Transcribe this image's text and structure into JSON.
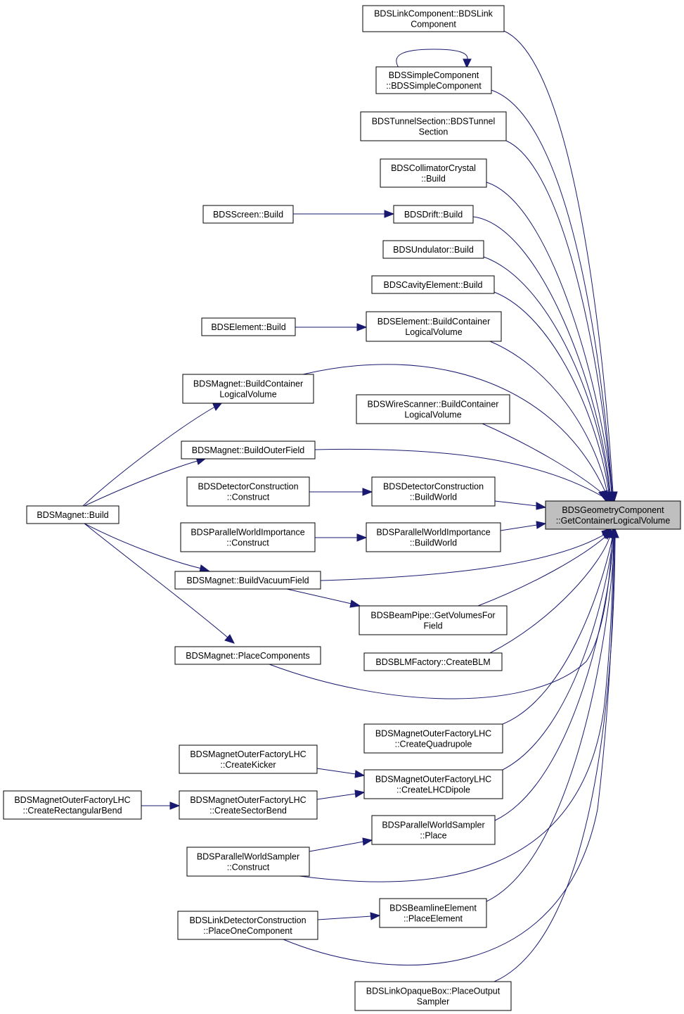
{
  "graph": {
    "target": {
      "id": "target",
      "lines": [
        "BDSGeometryComponent",
        "::GetContainerLogicalVolume"
      ]
    },
    "nodes": {
      "link_component": [
        "BDSLinkComponent::BDSLink",
        "Component"
      ],
      "simple_component": [
        "BDSSimpleComponent",
        "::BDSSimpleComponent"
      ],
      "tunnel_section": [
        "BDSTunnelSection::BDSTunnel",
        "Section"
      ],
      "collimator_crystal_build": [
        "BDSCollimatorCrystal",
        "::Build"
      ],
      "screen_build": [
        "BDSScreen::Build"
      ],
      "drift_build": [
        "BDSDrift::Build"
      ],
      "undulator_build": [
        "BDSUndulator::Build"
      ],
      "cavity_element_build": [
        "BDSCavityElement::Build"
      ],
      "element_build": [
        "BDSElement::Build"
      ],
      "element_build_container": [
        "BDSElement::BuildContainer",
        "LogicalVolume"
      ],
      "magnet_build_container": [
        "BDSMagnet::BuildContainer",
        "LogicalVolume"
      ],
      "wire_scanner_build_container": [
        "BDSWireScanner::BuildContainer",
        "LogicalVolume"
      ],
      "magnet_build_outer_field": [
        "BDSMagnet::BuildOuterField"
      ],
      "magnet_build": [
        "BDSMagnet::Build"
      ],
      "detector_construction_construct": [
        "BDSDetectorConstruction",
        "::Construct"
      ],
      "detector_construction_build_world": [
        "BDSDetectorConstruction",
        "::BuildWorld"
      ],
      "pw_importance_construct": [
        "BDSParallelWorldImportance",
        "::Construct"
      ],
      "pw_importance_build_world": [
        "BDSParallelWorldImportance",
        "::BuildWorld"
      ],
      "magnet_build_vacuum_field": [
        "BDSMagnet::BuildVacuumField"
      ],
      "beampipe_get_volumes": [
        "BDSBeamPipe::GetVolumesFor",
        "Field"
      ],
      "blm_factory_create": [
        "BDSBLMFactory::CreateBLM"
      ],
      "magnet_place_components": [
        "BDSMagnet::PlaceComponents"
      ],
      "outer_lhc_create_quadrupole": [
        "BDSMagnetOuterFactoryLHC",
        "::CreateQuadrupole"
      ],
      "outer_lhc_create_kicker": [
        "BDSMagnetOuterFactoryLHC",
        "::CreateKicker"
      ],
      "outer_lhc_create_lhc_dipole": [
        "BDSMagnetOuterFactoryLHC",
        "::CreateLHCDipole"
      ],
      "outer_lhc_create_rect_bend": [
        "BDSMagnetOuterFactoryLHC",
        "::CreateRectangularBend"
      ],
      "outer_lhc_create_sector_bend": [
        "BDSMagnetOuterFactoryLHC",
        "::CreateSectorBend"
      ],
      "pw_sampler_place": [
        "BDSParallelWorldSampler",
        "::Place"
      ],
      "pw_sampler_construct": [
        "BDSParallelWorldSampler",
        "::Construct"
      ],
      "beamline_element_place": [
        "BDSBeamlineElement",
        "::PlaceElement"
      ],
      "link_detector_place_one": [
        "BDSLinkDetectorConstruction",
        "::PlaceOneComponent"
      ],
      "link_opaque_box_place_output": [
        "BDSLinkOpaqueBox::PlaceOutput",
        "Sampler"
      ]
    },
    "edges": [
      [
        "link_component",
        "target"
      ],
      [
        "simple_component",
        "target"
      ],
      [
        "simple_component",
        "simple_component"
      ],
      [
        "tunnel_section",
        "target"
      ],
      [
        "collimator_crystal_build",
        "target"
      ],
      [
        "screen_build",
        "drift_build"
      ],
      [
        "drift_build",
        "target"
      ],
      [
        "undulator_build",
        "target"
      ],
      [
        "cavity_element_build",
        "target"
      ],
      [
        "element_build",
        "element_build_container"
      ],
      [
        "element_build_container",
        "target"
      ],
      [
        "magnet_build_container",
        "target"
      ],
      [
        "wire_scanner_build_container",
        "target"
      ],
      [
        "magnet_build",
        "magnet_build_container"
      ],
      [
        "magnet_build",
        "magnet_build_outer_field"
      ],
      [
        "magnet_build_outer_field",
        "target"
      ],
      [
        "detector_construction_construct",
        "detector_construction_build_world"
      ],
      [
        "detector_construction_build_world",
        "target"
      ],
      [
        "pw_importance_construct",
        "pw_importance_build_world"
      ],
      [
        "pw_importance_build_world",
        "target"
      ],
      [
        "magnet_build",
        "magnet_build_vacuum_field"
      ],
      [
        "magnet_build_vacuum_field",
        "target"
      ],
      [
        "magnet_build_vacuum_field",
        "beampipe_get_volumes"
      ],
      [
        "beampipe_get_volumes",
        "target"
      ],
      [
        "blm_factory_create",
        "target"
      ],
      [
        "magnet_build",
        "magnet_place_components"
      ],
      [
        "magnet_place_components",
        "target"
      ],
      [
        "outer_lhc_create_quadrupole",
        "target"
      ],
      [
        "outer_lhc_create_kicker",
        "outer_lhc_create_lhc_dipole"
      ],
      [
        "outer_lhc_create_sector_bend",
        "outer_lhc_create_lhc_dipole"
      ],
      [
        "outer_lhc_create_rect_bend",
        "outer_lhc_create_sector_bend"
      ],
      [
        "outer_lhc_create_lhc_dipole",
        "target"
      ],
      [
        "pw_sampler_construct",
        "pw_sampler_place"
      ],
      [
        "pw_sampler_place",
        "target"
      ],
      [
        "pw_sampler_construct",
        "target"
      ],
      [
        "link_detector_place_one",
        "beamline_element_place"
      ],
      [
        "beamline_element_place",
        "target"
      ],
      [
        "link_detector_place_one",
        "target"
      ],
      [
        "link_opaque_box_place_output",
        "target"
      ]
    ]
  }
}
